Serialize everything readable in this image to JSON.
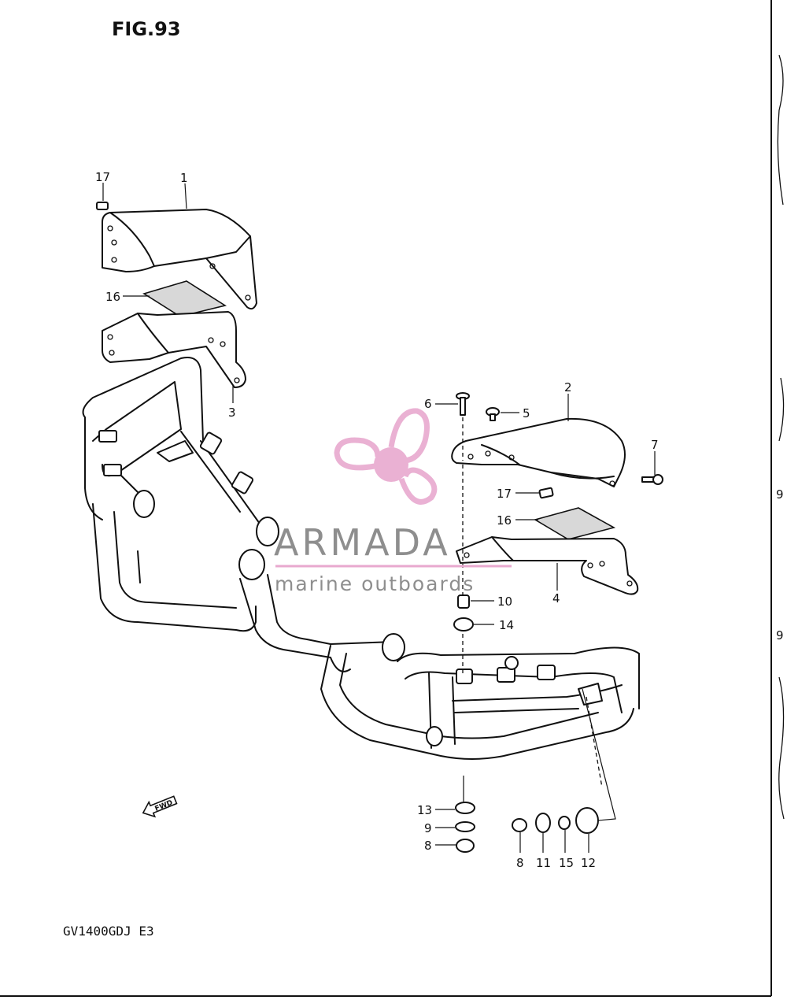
{
  "figure": {
    "title": "FIG.93",
    "model_code": "GV1400GDJ E3",
    "direction_marker": "FWD"
  },
  "watermark": {
    "brand": "ARMADA",
    "tagline": "marine outboards",
    "logo_color": "#e8a9cf",
    "text_color": "#7a7a7a"
  },
  "callouts": {
    "c1": "1",
    "c2": "2",
    "c3": "3",
    "c4": "4",
    "c5": "5",
    "c6": "6",
    "c7": "7",
    "c8a": "8",
    "c8b": "8",
    "c9": "9",
    "c10": "10",
    "c11": "11",
    "c12": "12",
    "c13": "13",
    "c14": "14",
    "c15": "15",
    "c16a": "16",
    "c16b": "16",
    "c17a": "17",
    "c17b": "17"
  },
  "edge_fragments": {
    "e1": "9",
    "e2": "9"
  }
}
